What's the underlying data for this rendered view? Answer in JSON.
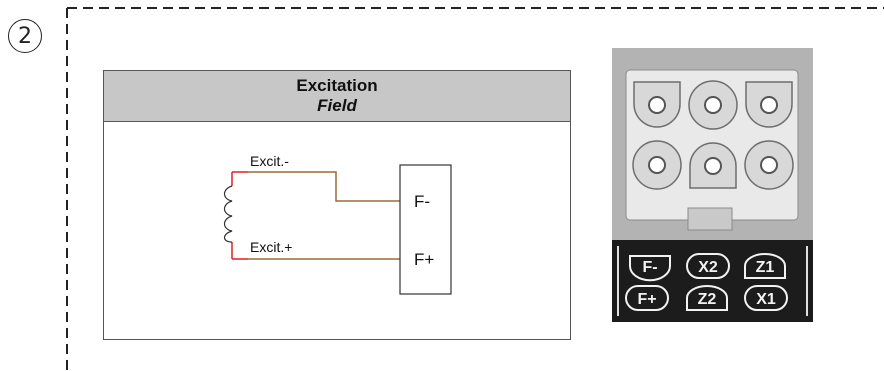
{
  "step": {
    "number": "2"
  },
  "panel": {
    "title": "Excitation",
    "subtitle": "Field"
  },
  "diagram": {
    "wire_minus_label": "Excit.-",
    "wire_plus_label": "Excit.+",
    "terminal_minus": "F-",
    "terminal_plus": "F+"
  },
  "connector": {
    "labels_row1": [
      "F-",
      "X2",
      "Z1"
    ],
    "labels_row2": [
      "F+",
      "Z2",
      "X1"
    ]
  },
  "colors": {
    "wire": "#9a6a3a",
    "coil_end": "#e02020",
    "header": "#c7c7c7"
  }
}
